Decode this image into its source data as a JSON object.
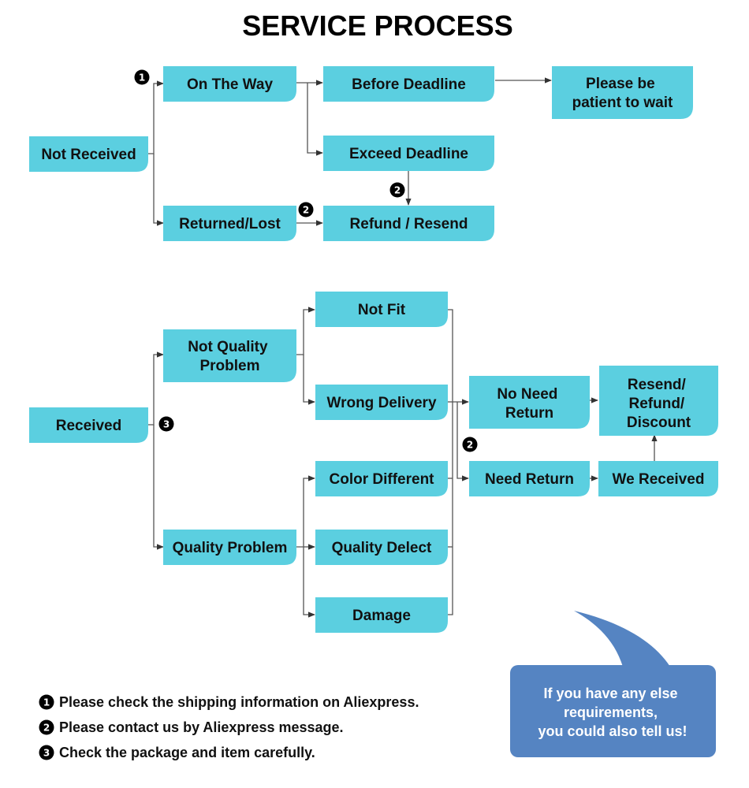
{
  "title": "SERVICE PROCESS",
  "colors": {
    "box": "#5bcfe0",
    "bubble": "#5584c2",
    "line": "#555555"
  },
  "badges": {
    "one": "1",
    "two": "2",
    "three": "3"
  },
  "boxes": {
    "not_received": [
      "Not Received"
    ],
    "on_the_way": [
      "On The Way"
    ],
    "before_deadline": [
      "Before Deadline"
    ],
    "please_wait": [
      "Please be",
      "patient to wait"
    ],
    "exceed_deadline": [
      "Exceed Deadline"
    ],
    "returned_lost": [
      "Returned/Lost"
    ],
    "refund_resend": [
      "Refund / Resend"
    ],
    "received": [
      "Received"
    ],
    "not_quality_problem": [
      "Not Quality",
      "Problem"
    ],
    "quality_problem": [
      "Quality Problem"
    ],
    "not_fit": [
      "Not Fit"
    ],
    "wrong_delivery": [
      "Wrong Delivery"
    ],
    "color_different": [
      "Color Different"
    ],
    "quality_delect": [
      "Quality Delect"
    ],
    "damage": [
      "Damage"
    ],
    "no_need_return": [
      "No Need",
      "Return"
    ],
    "need_return": [
      "Need Return"
    ],
    "we_received": [
      "We Received"
    ],
    "resend_refund_discount": [
      "Resend/",
      "Refund/",
      "Discount"
    ]
  },
  "notes": [
    "Please check the shipping information on Aliexpress.",
    "Please contact us by Aliexpress message.",
    "Check the package and item carefully."
  ],
  "bubble": [
    "If you have any else",
    "requirements,",
    "you could also tell us!"
  ]
}
